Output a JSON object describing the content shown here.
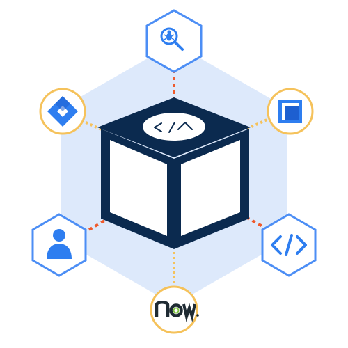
{
  "colors": {
    "navy": "#0b2a4f",
    "backdrop": "#dde9fb",
    "hex_stroke": "#4c8ef5",
    "circle_stroke": "#f5c25b",
    "orange_dash": "#ef5a2b",
    "yellow_dots": "#f5c25b",
    "icon_blue": "#2e7ef0"
  },
  "center": {
    "icon": "code-caret-icon",
    "symbol": "</^"
  },
  "nodes": [
    {
      "id": "bug-search",
      "shape": "hexagon",
      "icon": "bug-search-icon"
    },
    {
      "id": "jira",
      "shape": "circle",
      "icon": "jira-icon"
    },
    {
      "id": "azure-devops",
      "shape": "circle",
      "icon": "square-stack-icon"
    },
    {
      "id": "user",
      "shape": "hexagon",
      "icon": "user-icon"
    },
    {
      "id": "code",
      "shape": "hexagon",
      "icon": "code-icon",
      "label": "</>"
    },
    {
      "id": "servicenow",
      "shape": "circle",
      "icon": "servicenow-logo",
      "label": "now."
    }
  ]
}
